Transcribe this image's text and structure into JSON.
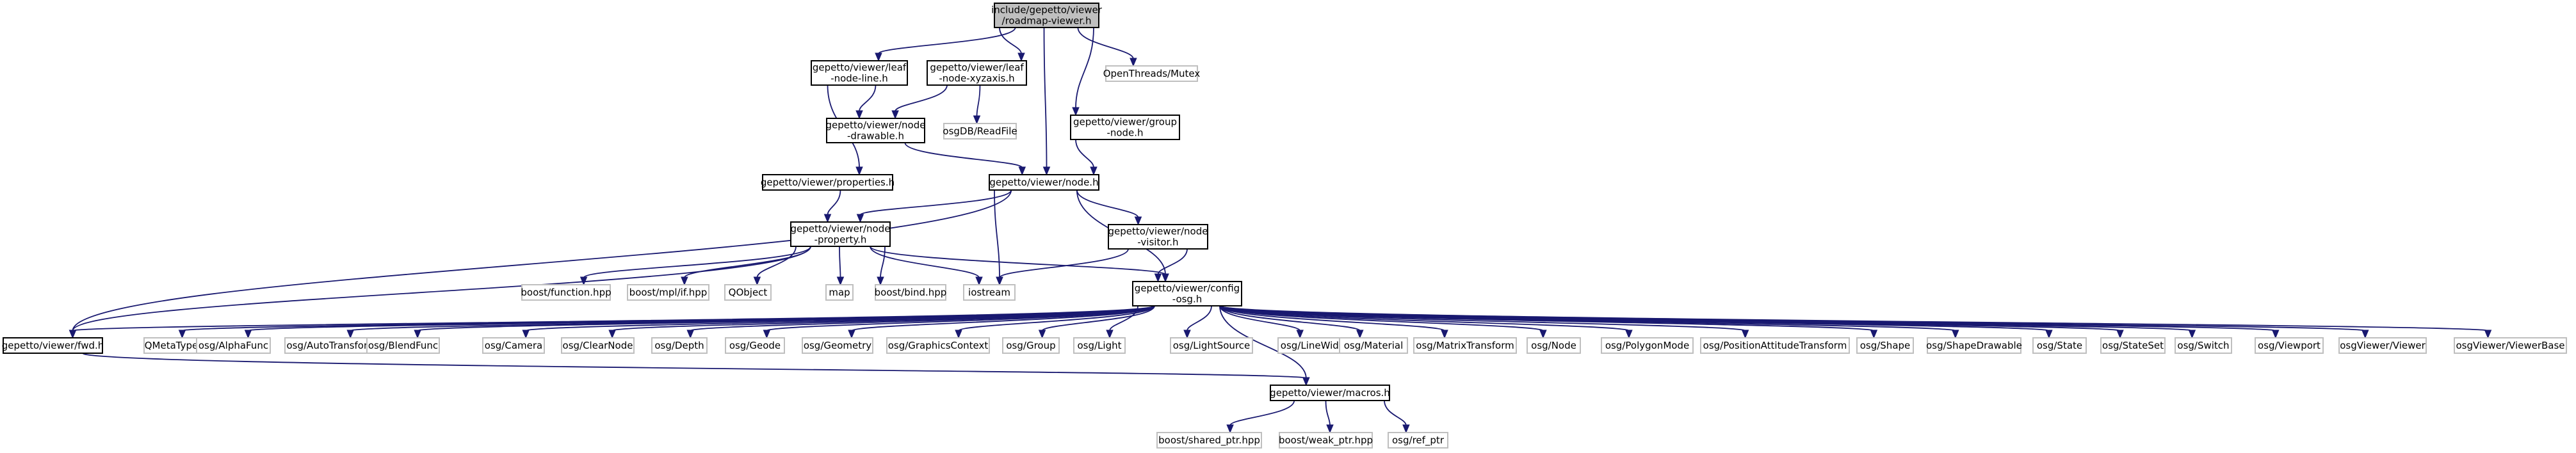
{
  "colors": {
    "edge": "#191970",
    "root_fill": "#bfbfbf",
    "documented_border": "#000000",
    "external_border": "#bfbfbf"
  },
  "nodes": [
    {
      "id": "root",
      "kind": "root",
      "lines": [
        "include/gepetto/viewer",
        "/roadmap-viewer.h"
      ]
    },
    {
      "id": "leaf_line",
      "kind": "documented",
      "lines": [
        "gepetto/viewer/leaf",
        "-node-line.h"
      ]
    },
    {
      "id": "leaf_xyz",
      "kind": "documented",
      "lines": [
        "gepetto/viewer/leaf",
        "-node-xyzaxis.h"
      ]
    },
    {
      "id": "openthreads_mutex",
      "kind": "external",
      "lines": [
        "OpenThreads/Mutex"
      ]
    },
    {
      "id": "node_drawable",
      "kind": "documented",
      "lines": [
        "gepetto/viewer/node",
        "-drawable.h"
      ]
    },
    {
      "id": "osgdb_readfile",
      "kind": "external",
      "lines": [
        "osgDB/ReadFile"
      ]
    },
    {
      "id": "group_node",
      "kind": "documented",
      "lines": [
        "gepetto/viewer/group",
        "-node.h"
      ]
    },
    {
      "id": "properties",
      "kind": "documented",
      "lines": [
        "gepetto/viewer/properties.h"
      ]
    },
    {
      "id": "node_h",
      "kind": "documented",
      "lines": [
        "gepetto/viewer/node.h"
      ]
    },
    {
      "id": "node_property",
      "kind": "documented",
      "lines": [
        "gepetto/viewer/node",
        "-property.h"
      ]
    },
    {
      "id": "node_visitor",
      "kind": "documented",
      "lines": [
        "gepetto/viewer/node",
        "-visitor.h"
      ]
    },
    {
      "id": "boost_function",
      "kind": "external",
      "lines": [
        "boost/function.hpp"
      ]
    },
    {
      "id": "boost_mpl_if",
      "kind": "external",
      "lines": [
        "boost/mpl/if.hpp"
      ]
    },
    {
      "id": "qobject",
      "kind": "external",
      "lines": [
        "QObject"
      ]
    },
    {
      "id": "map",
      "kind": "external",
      "lines": [
        "map"
      ]
    },
    {
      "id": "boost_bind",
      "kind": "external",
      "lines": [
        "boost/bind.hpp"
      ]
    },
    {
      "id": "iostream",
      "kind": "external",
      "lines": [
        "iostream"
      ]
    },
    {
      "id": "config_osg",
      "kind": "documented",
      "lines": [
        "gepetto/viewer/config",
        "-osg.h"
      ]
    },
    {
      "id": "fwd",
      "kind": "documented",
      "lines": [
        "gepetto/viewer/fwd.h"
      ]
    },
    {
      "id": "qmetatype",
      "kind": "external",
      "lines": [
        "QMetaType"
      ]
    },
    {
      "id": "osg_alphafunc",
      "kind": "external",
      "lines": [
        "osg/AlphaFunc"
      ]
    },
    {
      "id": "osg_autotransform",
      "kind": "external",
      "lines": [
        "osg/AutoTransform"
      ]
    },
    {
      "id": "osg_blendfunc",
      "kind": "external",
      "lines": [
        "osg/BlendFunc"
      ]
    },
    {
      "id": "osg_camera",
      "kind": "external",
      "lines": [
        "osg/Camera"
      ]
    },
    {
      "id": "osg_clearnode",
      "kind": "external",
      "lines": [
        "osg/ClearNode"
      ]
    },
    {
      "id": "osg_depth",
      "kind": "external",
      "lines": [
        "osg/Depth"
      ]
    },
    {
      "id": "osg_geode",
      "kind": "external",
      "lines": [
        "osg/Geode"
      ]
    },
    {
      "id": "osg_geometry",
      "kind": "external",
      "lines": [
        "osg/Geometry"
      ]
    },
    {
      "id": "osg_graphicscontext",
      "kind": "external",
      "lines": [
        "osg/GraphicsContext"
      ]
    },
    {
      "id": "osg_group",
      "kind": "external",
      "lines": [
        "osg/Group"
      ]
    },
    {
      "id": "osg_light",
      "kind": "external",
      "lines": [
        "osg/Light"
      ]
    },
    {
      "id": "osg_lightsource",
      "kind": "external",
      "lines": [
        "osg/LightSource"
      ]
    },
    {
      "id": "osg_linewidth",
      "kind": "external",
      "lines": [
        "osg/LineWidth"
      ]
    },
    {
      "id": "osg_material",
      "kind": "external",
      "lines": [
        "osg/Material"
      ]
    },
    {
      "id": "osg_matrixtransform",
      "kind": "external",
      "lines": [
        "osg/MatrixTransform"
      ]
    },
    {
      "id": "osg_node",
      "kind": "external",
      "lines": [
        "osg/Node"
      ]
    },
    {
      "id": "osg_polygonmode",
      "kind": "external",
      "lines": [
        "osg/PolygonMode"
      ]
    },
    {
      "id": "osg_positionattitudetransform",
      "kind": "external",
      "lines": [
        "osg/PositionAttitudeTransform"
      ]
    },
    {
      "id": "osg_shape",
      "kind": "external",
      "lines": [
        "osg/Shape"
      ]
    },
    {
      "id": "osg_shapedrawable",
      "kind": "external",
      "lines": [
        "osg/ShapeDrawable"
      ]
    },
    {
      "id": "osg_state",
      "kind": "external",
      "lines": [
        "osg/State"
      ]
    },
    {
      "id": "osg_stateset",
      "kind": "external",
      "lines": [
        "osg/StateSet"
      ]
    },
    {
      "id": "osg_switch",
      "kind": "external",
      "lines": [
        "osg/Switch"
      ]
    },
    {
      "id": "osg_viewport",
      "kind": "external",
      "lines": [
        "osg/Viewport"
      ]
    },
    {
      "id": "osgviewer_viewer",
      "kind": "external",
      "lines": [
        "osgViewer/Viewer"
      ]
    },
    {
      "id": "osgviewer_viewerbase",
      "kind": "external",
      "lines": [
        "osgViewer/ViewerBase"
      ]
    },
    {
      "id": "macros",
      "kind": "documented",
      "lines": [
        "gepetto/viewer/macros.h"
      ]
    },
    {
      "id": "boost_shared_ptr",
      "kind": "external",
      "lines": [
        "boost/shared_ptr.hpp"
      ]
    },
    {
      "id": "boost_weak_ptr",
      "kind": "external",
      "lines": [
        "boost/weak_ptr.hpp"
      ]
    },
    {
      "id": "osg_ref_ptr",
      "kind": "external",
      "lines": [
        "osg/ref_ptr"
      ]
    }
  ],
  "edges": [
    [
      "root",
      "leaf_line"
    ],
    [
      "root",
      "leaf_xyz"
    ],
    [
      "root",
      "openthreads_mutex"
    ],
    [
      "root",
      "group_node"
    ],
    [
      "root",
      "node_h"
    ],
    [
      "leaf_line",
      "node_drawable"
    ],
    [
      "leaf_line",
      "properties"
    ],
    [
      "leaf_xyz",
      "node_drawable"
    ],
    [
      "leaf_xyz",
      "osgdb_readfile"
    ],
    [
      "node_drawable",
      "node_h"
    ],
    [
      "group_node",
      "node_h"
    ],
    [
      "properties",
      "node_property"
    ],
    [
      "node_h",
      "node_property"
    ],
    [
      "node_h",
      "node_visitor"
    ],
    [
      "node_h",
      "iostream"
    ],
    [
      "node_h",
      "config_osg"
    ],
    [
      "node_h",
      "fwd"
    ],
    [
      "node_property",
      "boost_function"
    ],
    [
      "node_property",
      "boost_mpl_if"
    ],
    [
      "node_property",
      "qobject"
    ],
    [
      "node_property",
      "map"
    ],
    [
      "node_property",
      "boost_bind"
    ],
    [
      "node_property",
      "iostream"
    ],
    [
      "node_property",
      "config_osg"
    ],
    [
      "node_property",
      "fwd"
    ],
    [
      "node_visitor",
      "iostream"
    ],
    [
      "node_visitor",
      "config_osg"
    ],
    [
      "config_osg",
      "fwd"
    ],
    [
      "config_osg",
      "qmetatype"
    ],
    [
      "config_osg",
      "osg_alphafunc"
    ],
    [
      "config_osg",
      "osg_autotransform"
    ],
    [
      "config_osg",
      "osg_blendfunc"
    ],
    [
      "config_osg",
      "osg_camera"
    ],
    [
      "config_osg",
      "osg_clearnode"
    ],
    [
      "config_osg",
      "osg_depth"
    ],
    [
      "config_osg",
      "osg_geode"
    ],
    [
      "config_osg",
      "osg_geometry"
    ],
    [
      "config_osg",
      "osg_graphicscontext"
    ],
    [
      "config_osg",
      "osg_group"
    ],
    [
      "config_osg",
      "osg_light"
    ],
    [
      "config_osg",
      "osg_lightsource"
    ],
    [
      "config_osg",
      "osg_linewidth"
    ],
    [
      "config_osg",
      "osg_material"
    ],
    [
      "config_osg",
      "osg_matrixtransform"
    ],
    [
      "config_osg",
      "osg_node"
    ],
    [
      "config_osg",
      "osg_polygonmode"
    ],
    [
      "config_osg",
      "osg_positionattitudetransform"
    ],
    [
      "config_osg",
      "osg_shape"
    ],
    [
      "config_osg",
      "osg_shapedrawable"
    ],
    [
      "config_osg",
      "osg_state"
    ],
    [
      "config_osg",
      "osg_stateset"
    ],
    [
      "config_osg",
      "osg_switch"
    ],
    [
      "config_osg",
      "osg_viewport"
    ],
    [
      "config_osg",
      "osgviewer_viewer"
    ],
    [
      "config_osg",
      "osgviewer_viewerbase"
    ],
    [
      "config_osg",
      "macros"
    ],
    [
      "fwd",
      "macros"
    ],
    [
      "macros",
      "boost_shared_ptr"
    ],
    [
      "macros",
      "boost_weak_ptr"
    ],
    [
      "macros",
      "osg_ref_ptr"
    ]
  ]
}
